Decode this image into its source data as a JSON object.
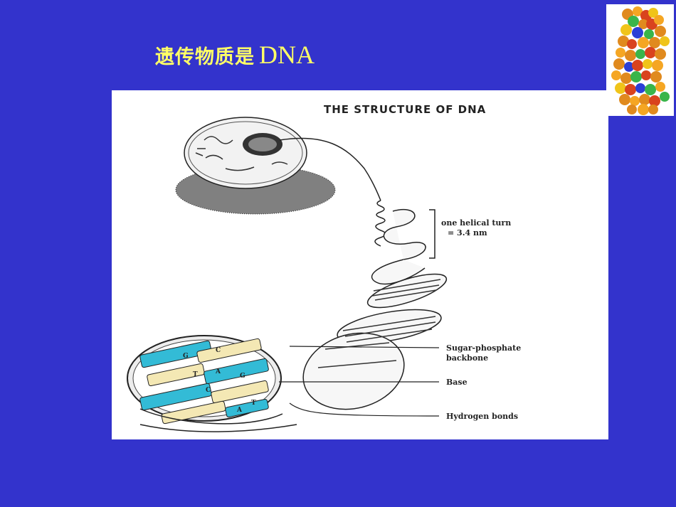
{
  "slide": {
    "title_zh": "遗传物质是",
    "title_en": "DNA"
  },
  "diagram": {
    "heading": "THE STRUCTURE OF DNA",
    "helical_turn_line1": "one helical turn",
    "helical_turn_line2": "= 3.4 nm",
    "label_backbone_line1": "Sugar-phosphate",
    "label_backbone_line2": "backbone",
    "label_base": "Base",
    "label_hbonds": "Hydrogen bonds",
    "base_letters": [
      "G",
      "C",
      "T",
      "A",
      "C",
      "G",
      "T",
      "A"
    ]
  },
  "colors": {
    "background": "#3333cc",
    "title": "#ffff66",
    "base_cyan": "#33bbd6",
    "base_cream": "#f4e8b4"
  }
}
